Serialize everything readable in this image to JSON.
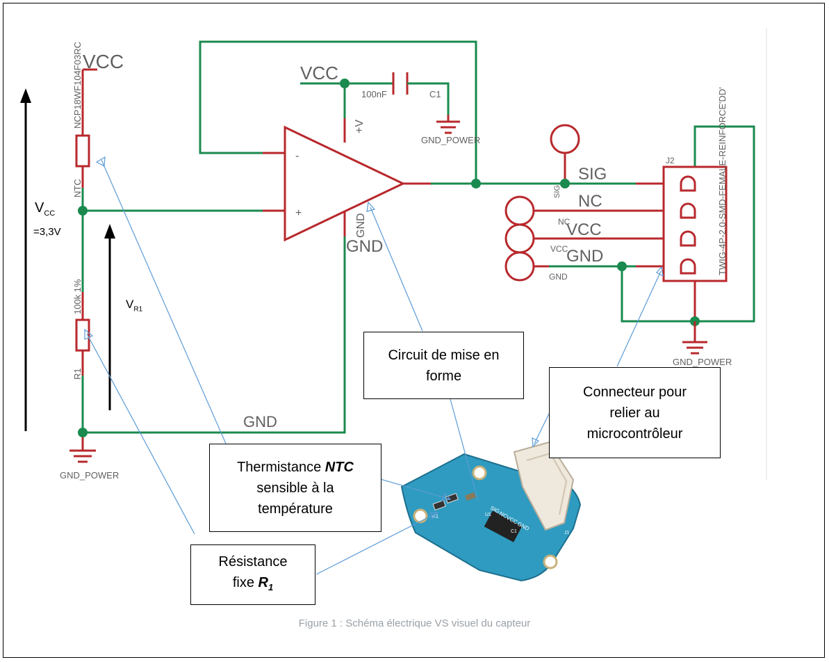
{
  "schematic": {
    "vcc_left": "VCC",
    "ntc_part": "NCP18WF104F03RC",
    "ntc_ref": "NTC",
    "r1_value": "100k 1%",
    "r1_ref": "R1",
    "gnd_power_left": "GND_POWER",
    "gnd_wire": "GND",
    "opamp_plus": "+",
    "opamp_minus": "-",
    "opamp_vplus": "+V",
    "opamp_gnd_pin": "GND",
    "opamp_gnd_label": "GND",
    "vcc_top": "VCC",
    "cap_value": "100nF",
    "cap_ref": "C1",
    "gnd_power_top": "GND_POWER",
    "sig_net": "SIG",
    "sig_small": "SIG",
    "nc_net": "NC",
    "nc_small": "NC",
    "vcc_net": "VCC",
    "vcc_small": "VCC",
    "gnd_net": "GND",
    "gnd_small": "GND",
    "connector_ref": "J2",
    "connector_part": "TWIG-4P-2.0-SMD-FEMALE-REINFORCE'DD'",
    "gnd_power_right": "GND_POWER"
  },
  "annotations": {
    "vcc_symbol": "V",
    "vcc_sub": "CC",
    "vcc_value": "=3,3V",
    "vr1_symbol": "V",
    "vr1_sub": "R1"
  },
  "callouts": {
    "circuit_line1": "Circuit de mise en",
    "circuit_line2": "forme",
    "connector_line1": "Connecteur pour",
    "connector_line2": "relier au",
    "connector_line3": "microcontrôleur",
    "ntc_line1_pre": "Thermistance ",
    "ntc_line1_bold": "NTC",
    "ntc_line2": "sensible à la",
    "ntc_line3": "température",
    "r1_line1": "Résistance",
    "r1_line2_pre": "fixe ",
    "r1_line2_bold": "R",
    "r1_line2_sub": "1"
  },
  "board": {
    "silk_sig": "SIG",
    "silk_nc": "NC",
    "silk_vcc": "VCC",
    "silk_gnd": "GND",
    "silk_u1": "U1",
    "silk_c1": "C1",
    "silk_r1": "R1",
    "silk_j1": "J1"
  },
  "caption": "Figure 1 : Schéma électrique VS visuel du capteur",
  "colors": {
    "wire": "#1a8a4e",
    "component": "#b8282c",
    "callout_line": "#5b9bd5",
    "label_grey": "#606060",
    "pcb": "#2f9bc0"
  }
}
